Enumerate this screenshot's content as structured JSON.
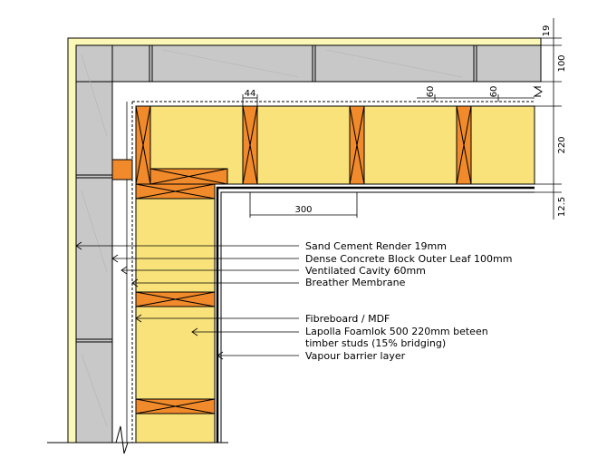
{
  "colors": {
    "render": "#fbf7b6",
    "block": "#c8c8c8",
    "insulation": "#f9e27a",
    "timber": "#f08a2a",
    "membrane": "#000000",
    "line": "#000000"
  },
  "dimensions": {
    "render_thickness": "19",
    "block_thickness": "100",
    "stud_width": "44",
    "gap_a": "60",
    "gap_b": "60",
    "insulation_depth": "220",
    "board_thickness": "12.5",
    "stud_spacing": "300"
  },
  "callouts": [
    {
      "text": "Sand Cement Render 19mm"
    },
    {
      "text": "Dense Concrete Block Outer Leaf 100mm"
    },
    {
      "text": "Ventilated Cavity 60mm"
    },
    {
      "text": "Breather Membrane"
    },
    {
      "text": "Fibreboard / MDF"
    },
    {
      "text": "Lapolla Foamlok 500 220mm beteen"
    },
    {
      "text": "timber studs (15% bridging)"
    },
    {
      "text": "Vapour barrier layer"
    }
  ]
}
